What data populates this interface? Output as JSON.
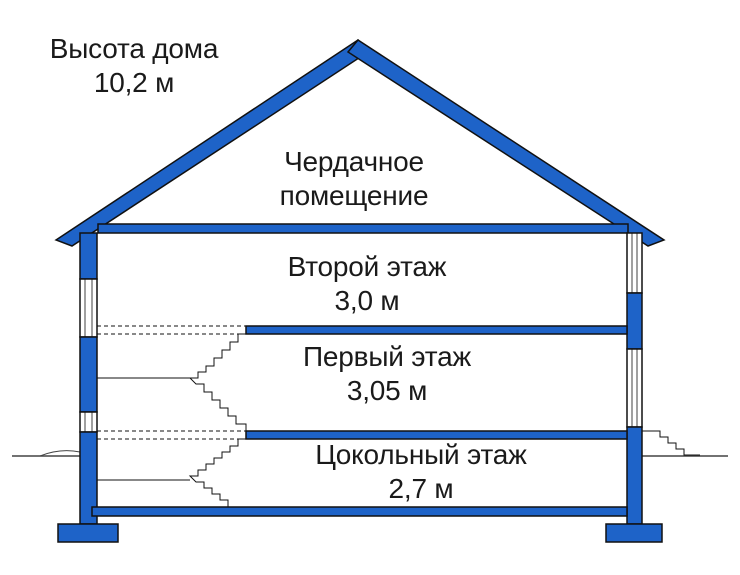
{
  "colors": {
    "structure": "#1e63c8",
    "outline": "#111111",
    "window_gap": "#ffffff",
    "ground": "#444444"
  },
  "house_height": {
    "label": "Высота дома",
    "value": "10,2 м"
  },
  "attic": {
    "line1": "Чердачное",
    "line2": "помещение"
  },
  "floors": {
    "second": {
      "name": "Второй этаж",
      "height": "3,0 м"
    },
    "first": {
      "name": "Первый этаж",
      "height": "3,05 м"
    },
    "basement": {
      "name": "Цокольный этаж",
      "height": "2,7 м"
    }
  },
  "icons": {
    "stairs": "stairs-icon"
  }
}
